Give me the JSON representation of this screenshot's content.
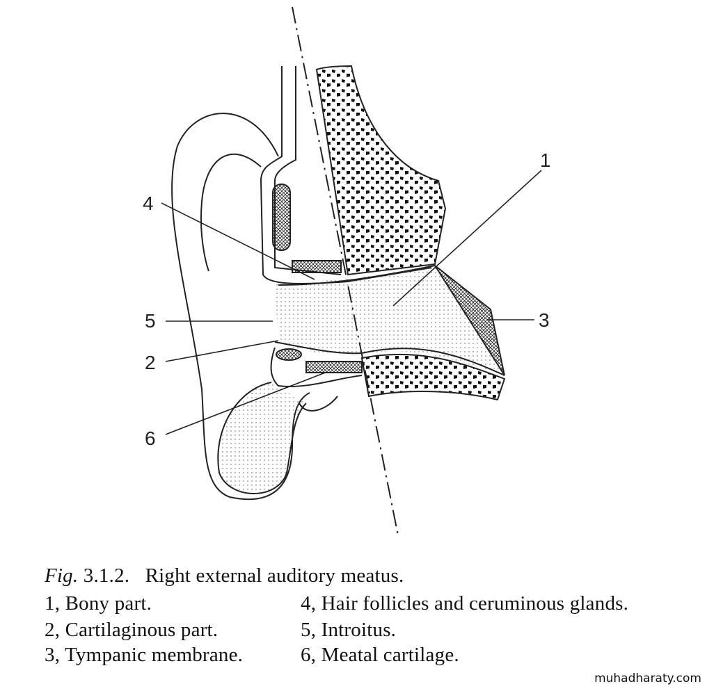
{
  "figure": {
    "labels": [
      "1",
      "2",
      "3",
      "4",
      "5",
      "6"
    ],
    "caption": {
      "fig_prefix": "Fig.",
      "title": "3.1.2.   Right external auditory meatus.",
      "legend": [
        {
          "num": "1,",
          "text": "Bony part."
        },
        {
          "num": "2,",
          "text": "Cartilaginous part."
        },
        {
          "num": "3,",
          "text": "Tympanic membrane."
        },
        {
          "num": "4,",
          "text": "Hair follicles and ceruminous glands."
        },
        {
          "num": "5,",
          "text": "Introitus."
        },
        {
          "num": "6,",
          "text": "Meatal cartilage."
        }
      ]
    }
  },
  "watermark": "muhadharaty.com"
}
